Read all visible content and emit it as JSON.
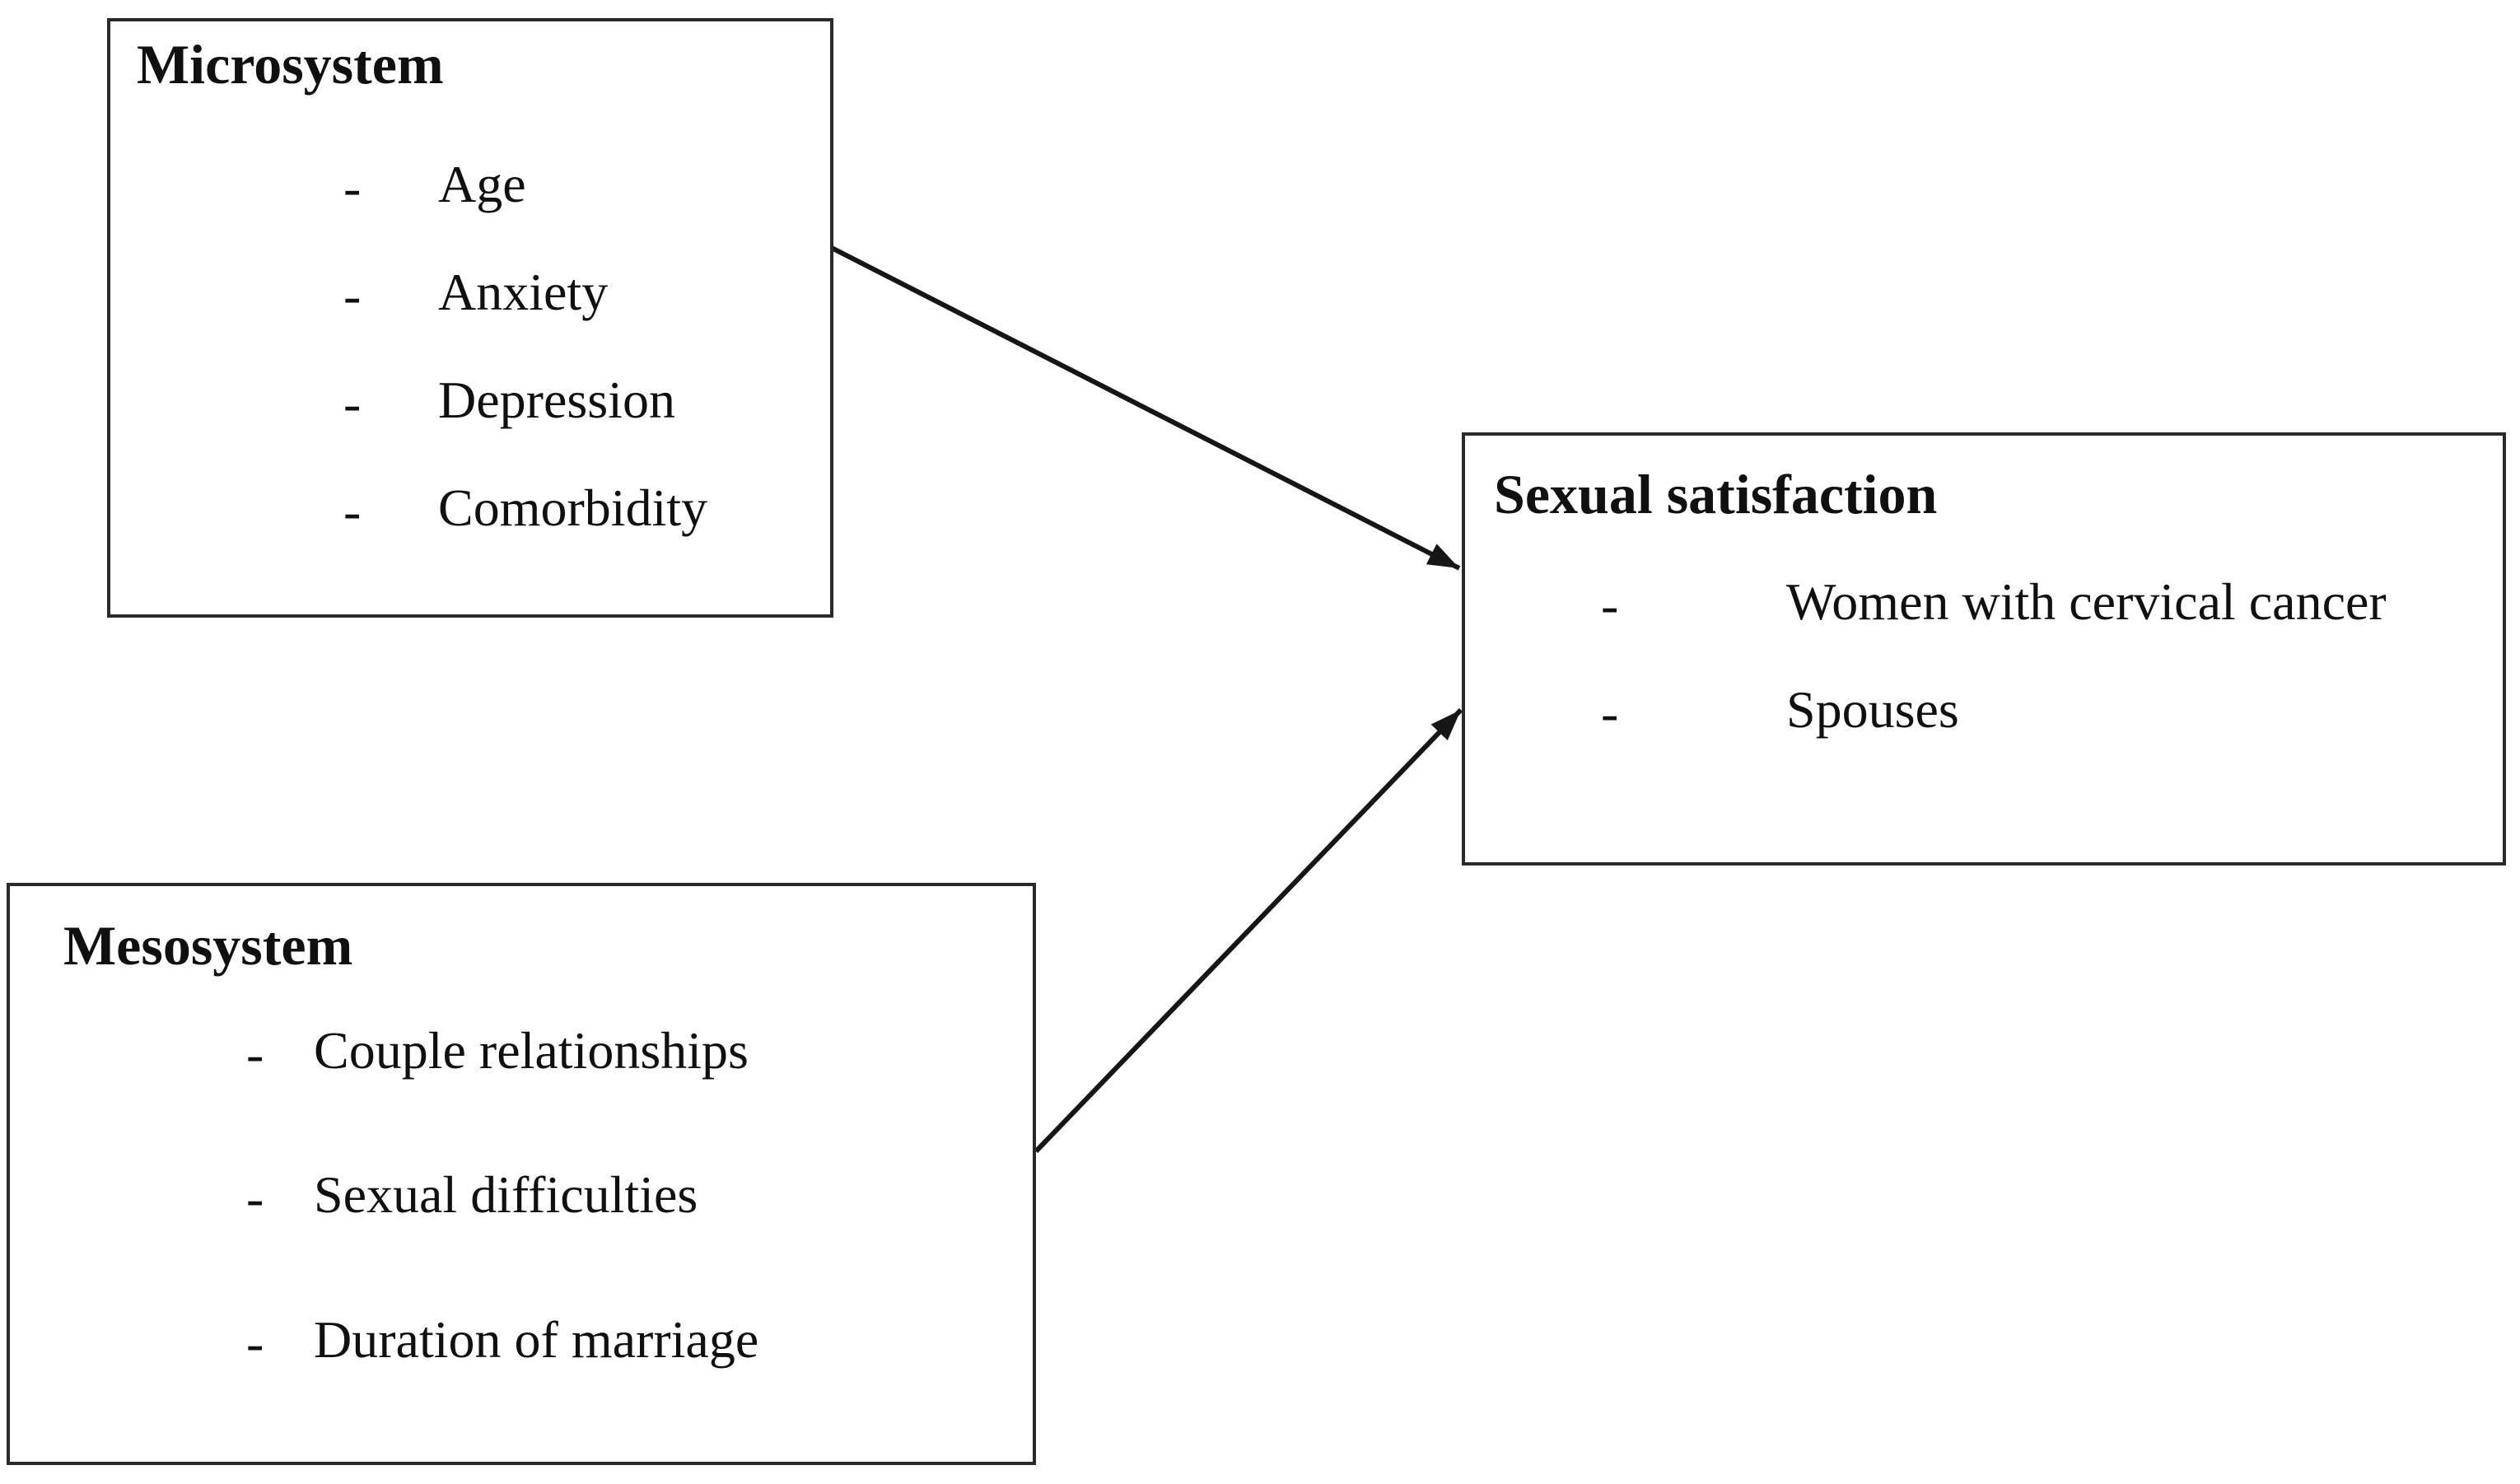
{
  "figure": {
    "bullet_char": "-",
    "colors": {
      "background": "#ffffff",
      "box_border": "#2a2a2a",
      "text": "#101010",
      "arrow": "#161616"
    },
    "boxes": [
      {
        "id": "microsystem",
        "title": "Microsystem",
        "items": [
          "Age",
          "Anxiety",
          "Depression",
          "Comorbidity"
        ]
      },
      {
        "id": "mesosystem",
        "title": "Mesosystem",
        "items": [
          "Couple relationships",
          "Sexual difficulties",
          "Duration of marriage"
        ]
      },
      {
        "id": "sexual_satisfaction",
        "title": "Sexual satisfaction",
        "items": [
          "Women with cervical cancer",
          "Spouses"
        ]
      }
    ],
    "arrows": [
      {
        "id": "microsystem-to-sexual-satisfaction",
        "from": "Microsystem",
        "to": "Sexual satisfaction"
      },
      {
        "id": "mesosystem-to-sexual-satisfaction",
        "from": "Mesosystem",
        "to": "Sexual satisfaction"
      }
    ]
  }
}
